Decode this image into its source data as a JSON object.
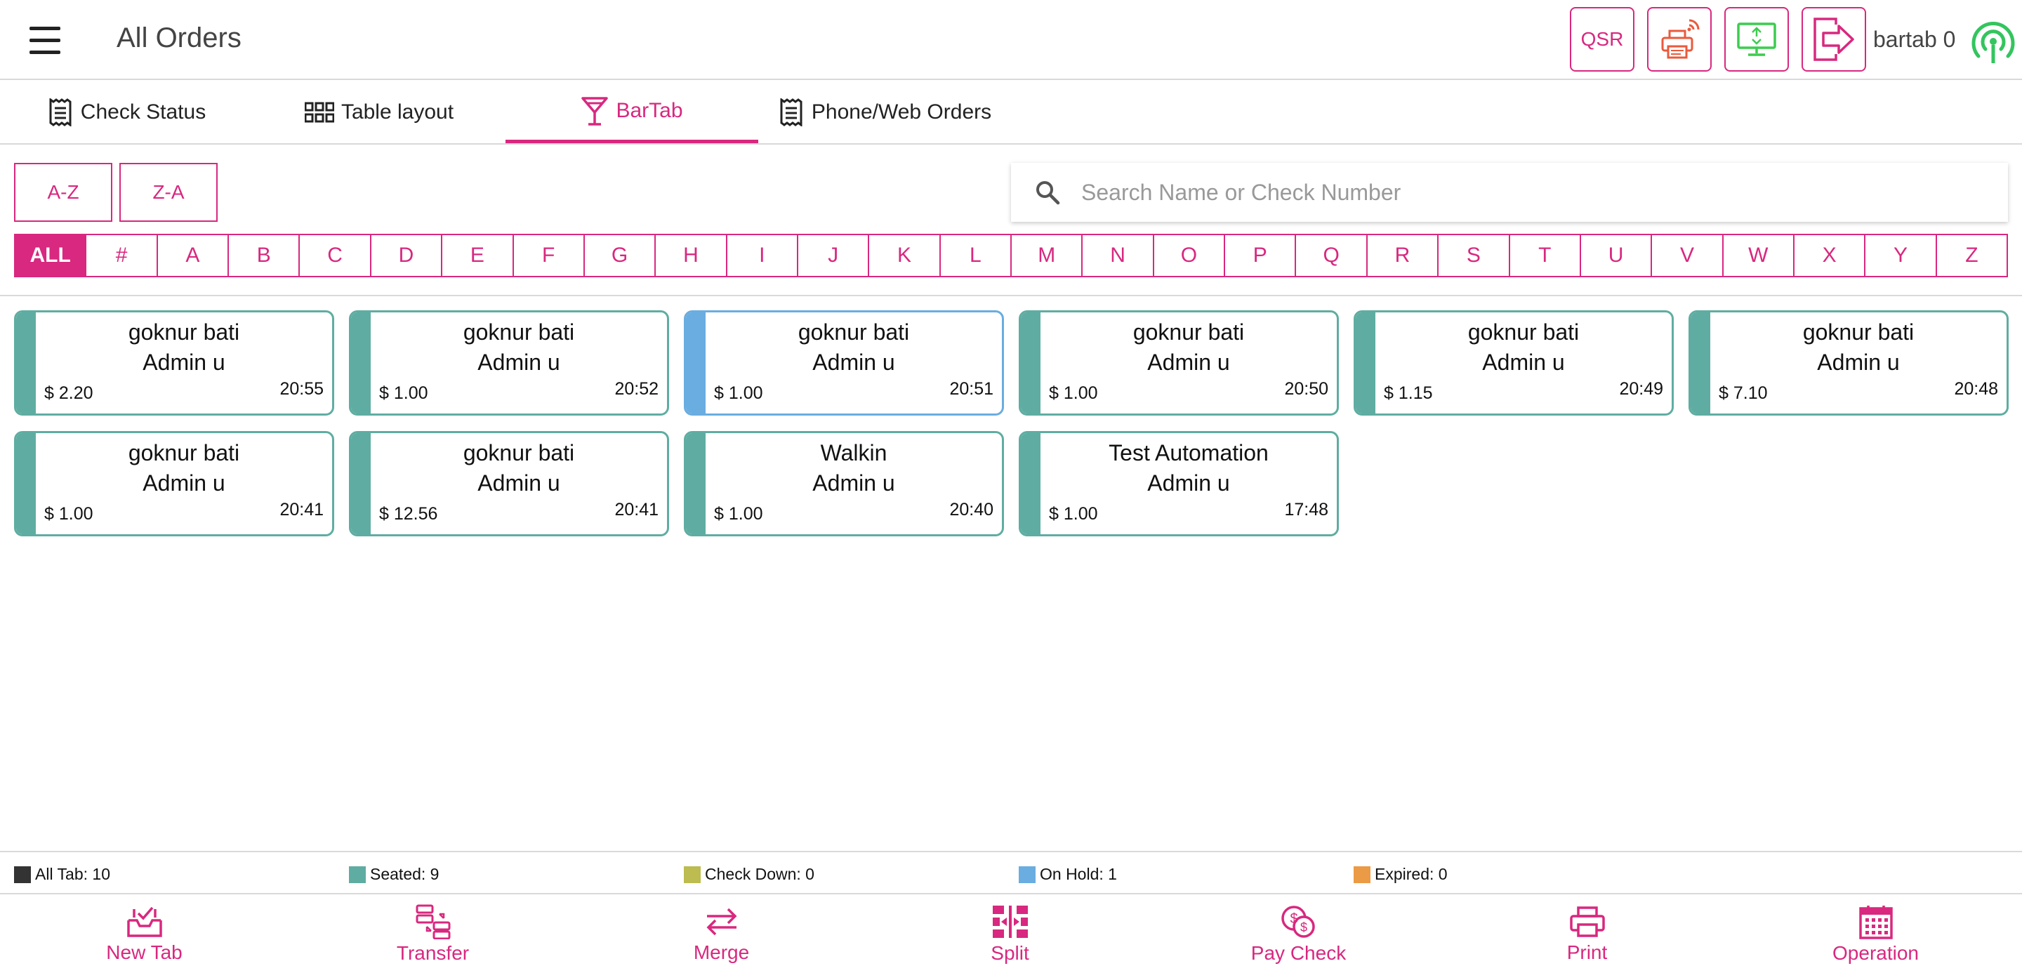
{
  "header": {
    "title": "All Orders",
    "qsr_label": "QSR",
    "user_label": "bartab 0"
  },
  "tabs": [
    {
      "label": "Check Status",
      "icon": "receipt-icon",
      "active": false
    },
    {
      "label": "Table layout",
      "icon": "grid-icon",
      "active": false
    },
    {
      "label": "BarTab",
      "icon": "cocktail-icon",
      "active": true
    },
    {
      "label": "Phone/Web Orders",
      "icon": "receipt-icon",
      "active": false
    }
  ],
  "sort": {
    "az_label": "A-Z",
    "za_label": "Z-A"
  },
  "search": {
    "placeholder": "Search Name or Check Number",
    "value": ""
  },
  "alphabet": [
    "ALL",
    "#",
    "A",
    "B",
    "C",
    "D",
    "E",
    "F",
    "G",
    "H",
    "I",
    "J",
    "K",
    "L",
    "M",
    "N",
    "O",
    "P",
    "Q",
    "R",
    "S",
    "T",
    "U",
    "V",
    "W",
    "X",
    "Y",
    "Z"
  ],
  "alphabet_selected": "ALL",
  "orders": [
    {
      "name": "goknur bati",
      "user": "Admin u",
      "amount": "$ 2.20",
      "time": "20:55",
      "status": "seated"
    },
    {
      "name": "goknur bati",
      "user": "Admin u",
      "amount": "$ 1.00",
      "time": "20:52",
      "status": "seated"
    },
    {
      "name": "goknur bati",
      "user": "Admin u",
      "amount": "$ 1.00",
      "time": "20:51",
      "status": "onhold"
    },
    {
      "name": "goknur bati",
      "user": "Admin u",
      "amount": "$ 1.00",
      "time": "20:50",
      "status": "seated"
    },
    {
      "name": "goknur bati",
      "user": "Admin u",
      "amount": "$ 1.15",
      "time": "20:49",
      "status": "seated"
    },
    {
      "name": "goknur bati",
      "user": "Admin u",
      "amount": "$ 7.10",
      "time": "20:48",
      "status": "seated"
    },
    {
      "name": "goknur bati",
      "user": "Admin u",
      "amount": "$ 1.00",
      "time": "20:41",
      "status": "seated"
    },
    {
      "name": "goknur bati",
      "user": "Admin u",
      "amount": "$ 12.56",
      "time": "20:41",
      "status": "seated"
    },
    {
      "name": "Walkin",
      "user": "Admin u",
      "amount": "$ 1.00",
      "time": "20:40",
      "status": "seated"
    },
    {
      "name": "Test Automation",
      "user": "Admin u",
      "amount": "$ 1.00",
      "time": "17:48",
      "status": "seated"
    }
  ],
  "legend": [
    {
      "label": "All Tab: 10",
      "color": "#333333"
    },
    {
      "label": "Seated: 9",
      "color": "#5fada2"
    },
    {
      "label": "Check Down: 0",
      "color": "#bcbc50"
    },
    {
      "label": "On Hold: 1",
      "color": "#6aade0"
    },
    {
      "label": "Expired: 0",
      "color": "#eb9a45"
    }
  ],
  "bottom_nav": [
    {
      "label": "New Tab",
      "icon": "new-tab-icon"
    },
    {
      "label": "Transfer",
      "icon": "transfer-icon"
    },
    {
      "label": "Merge",
      "icon": "merge-icon"
    },
    {
      "label": "Split",
      "icon": "split-icon"
    },
    {
      "label": "Pay Check",
      "icon": "pay-check-icon"
    },
    {
      "label": "Print",
      "icon": "print-icon"
    },
    {
      "label": "Operation",
      "icon": "calendar-icon"
    }
  ],
  "colors": {
    "accent": "#d8287f",
    "seated": "#5fada2",
    "on_hold": "#6aade0",
    "check_down": "#bcbc50",
    "expired": "#eb9a45"
  }
}
